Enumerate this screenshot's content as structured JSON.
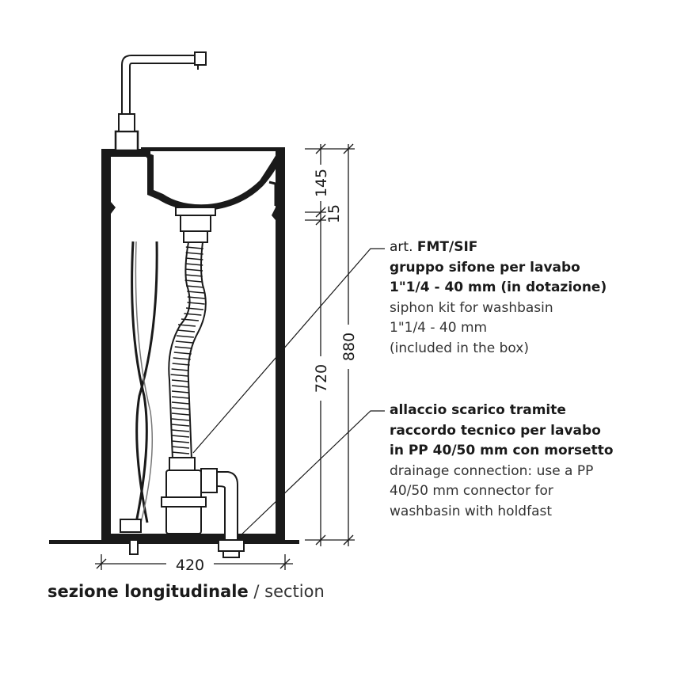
{
  "dimensions": {
    "height_bowl": "145",
    "height_rim": "15",
    "height_drain": "720",
    "height_total": "880",
    "width": "420"
  },
  "callout_siphon": {
    "prefix": "art. ",
    "code": "FMT/SIF",
    "it_line1": "gruppo sifone per lavabo",
    "it_line2": "1\"1/4 - 40 mm (in dotazione)",
    "en_line1": "siphon kit for washbasin",
    "en_line2": "1\"1/4 - 40 mm",
    "en_line3": "(included in the box)"
  },
  "callout_drain": {
    "it_line1": "allaccio scarico tramite",
    "it_line2": "raccordo tecnico per lavabo",
    "it_line3": "in PP 40/50 mm con morsetto",
    "en_line1": "drainage connection: use a PP",
    "en_line2": "40/50 mm connector for",
    "en_line3": "washbasin with holdfast"
  },
  "caption": {
    "italian": "sezione longitudinale",
    "separator": " / ",
    "english": "section"
  }
}
